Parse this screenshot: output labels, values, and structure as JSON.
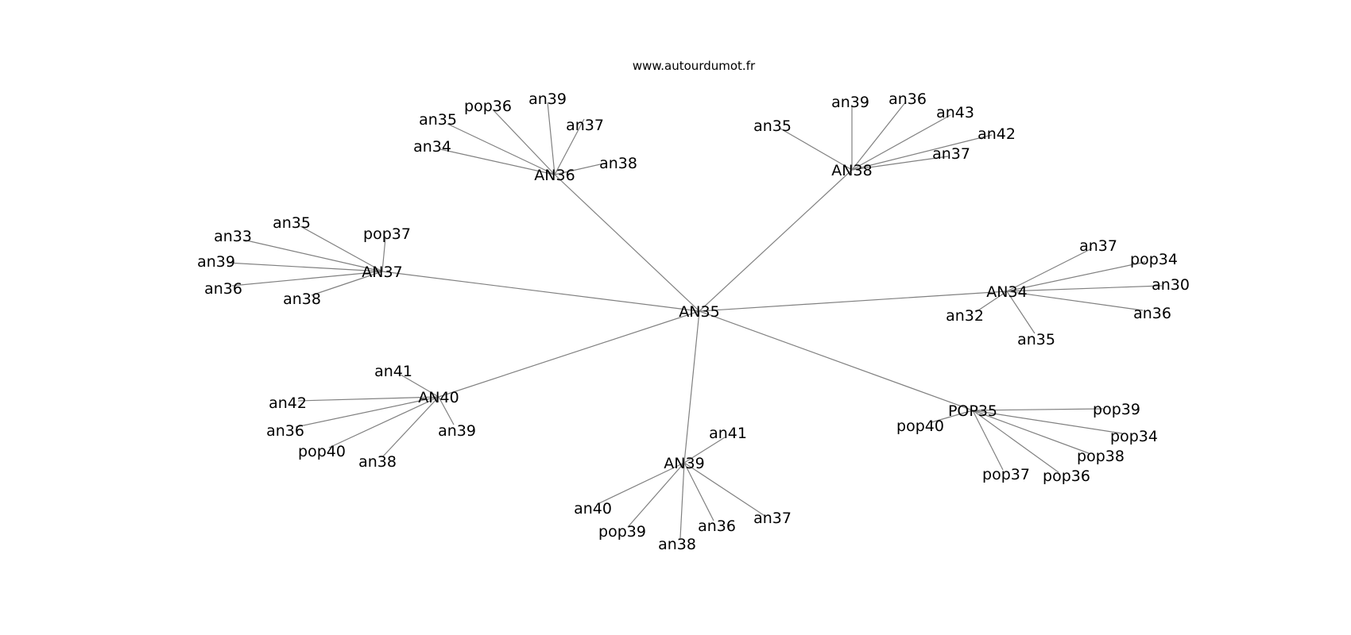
{
  "credit": "www.autourdumot.fr",
  "center": "AN35",
  "hubs": [
    {
      "id": "AN36",
      "leaves": [
        "an35",
        "pop36",
        "an39",
        "an37",
        "an34",
        "an38"
      ]
    },
    {
      "id": "AN38",
      "leaves": [
        "an35",
        "an39",
        "an36",
        "an43",
        "an42",
        "an37"
      ]
    },
    {
      "id": "AN37",
      "leaves": [
        "an33",
        "an35",
        "pop37",
        "an39",
        "an36",
        "an38"
      ]
    },
    {
      "id": "AN34",
      "leaves": [
        "an37",
        "pop34",
        "an30",
        "an36",
        "an32",
        "an35"
      ]
    },
    {
      "id": "AN40",
      "leaves": [
        "an41",
        "an42",
        "an36",
        "pop40",
        "an38",
        "an39"
      ]
    },
    {
      "id": "AN39",
      "leaves": [
        "an41",
        "an40",
        "pop39",
        "an38",
        "an36",
        "an37"
      ]
    },
    {
      "id": "POP35",
      "leaves": [
        "pop40",
        "pop39",
        "pop34",
        "pop38",
        "pop36",
        "pop37"
      ]
    }
  ],
  "colors": {
    "edge": "#808080",
    "text": "#000000",
    "background": "#ffffff"
  }
}
